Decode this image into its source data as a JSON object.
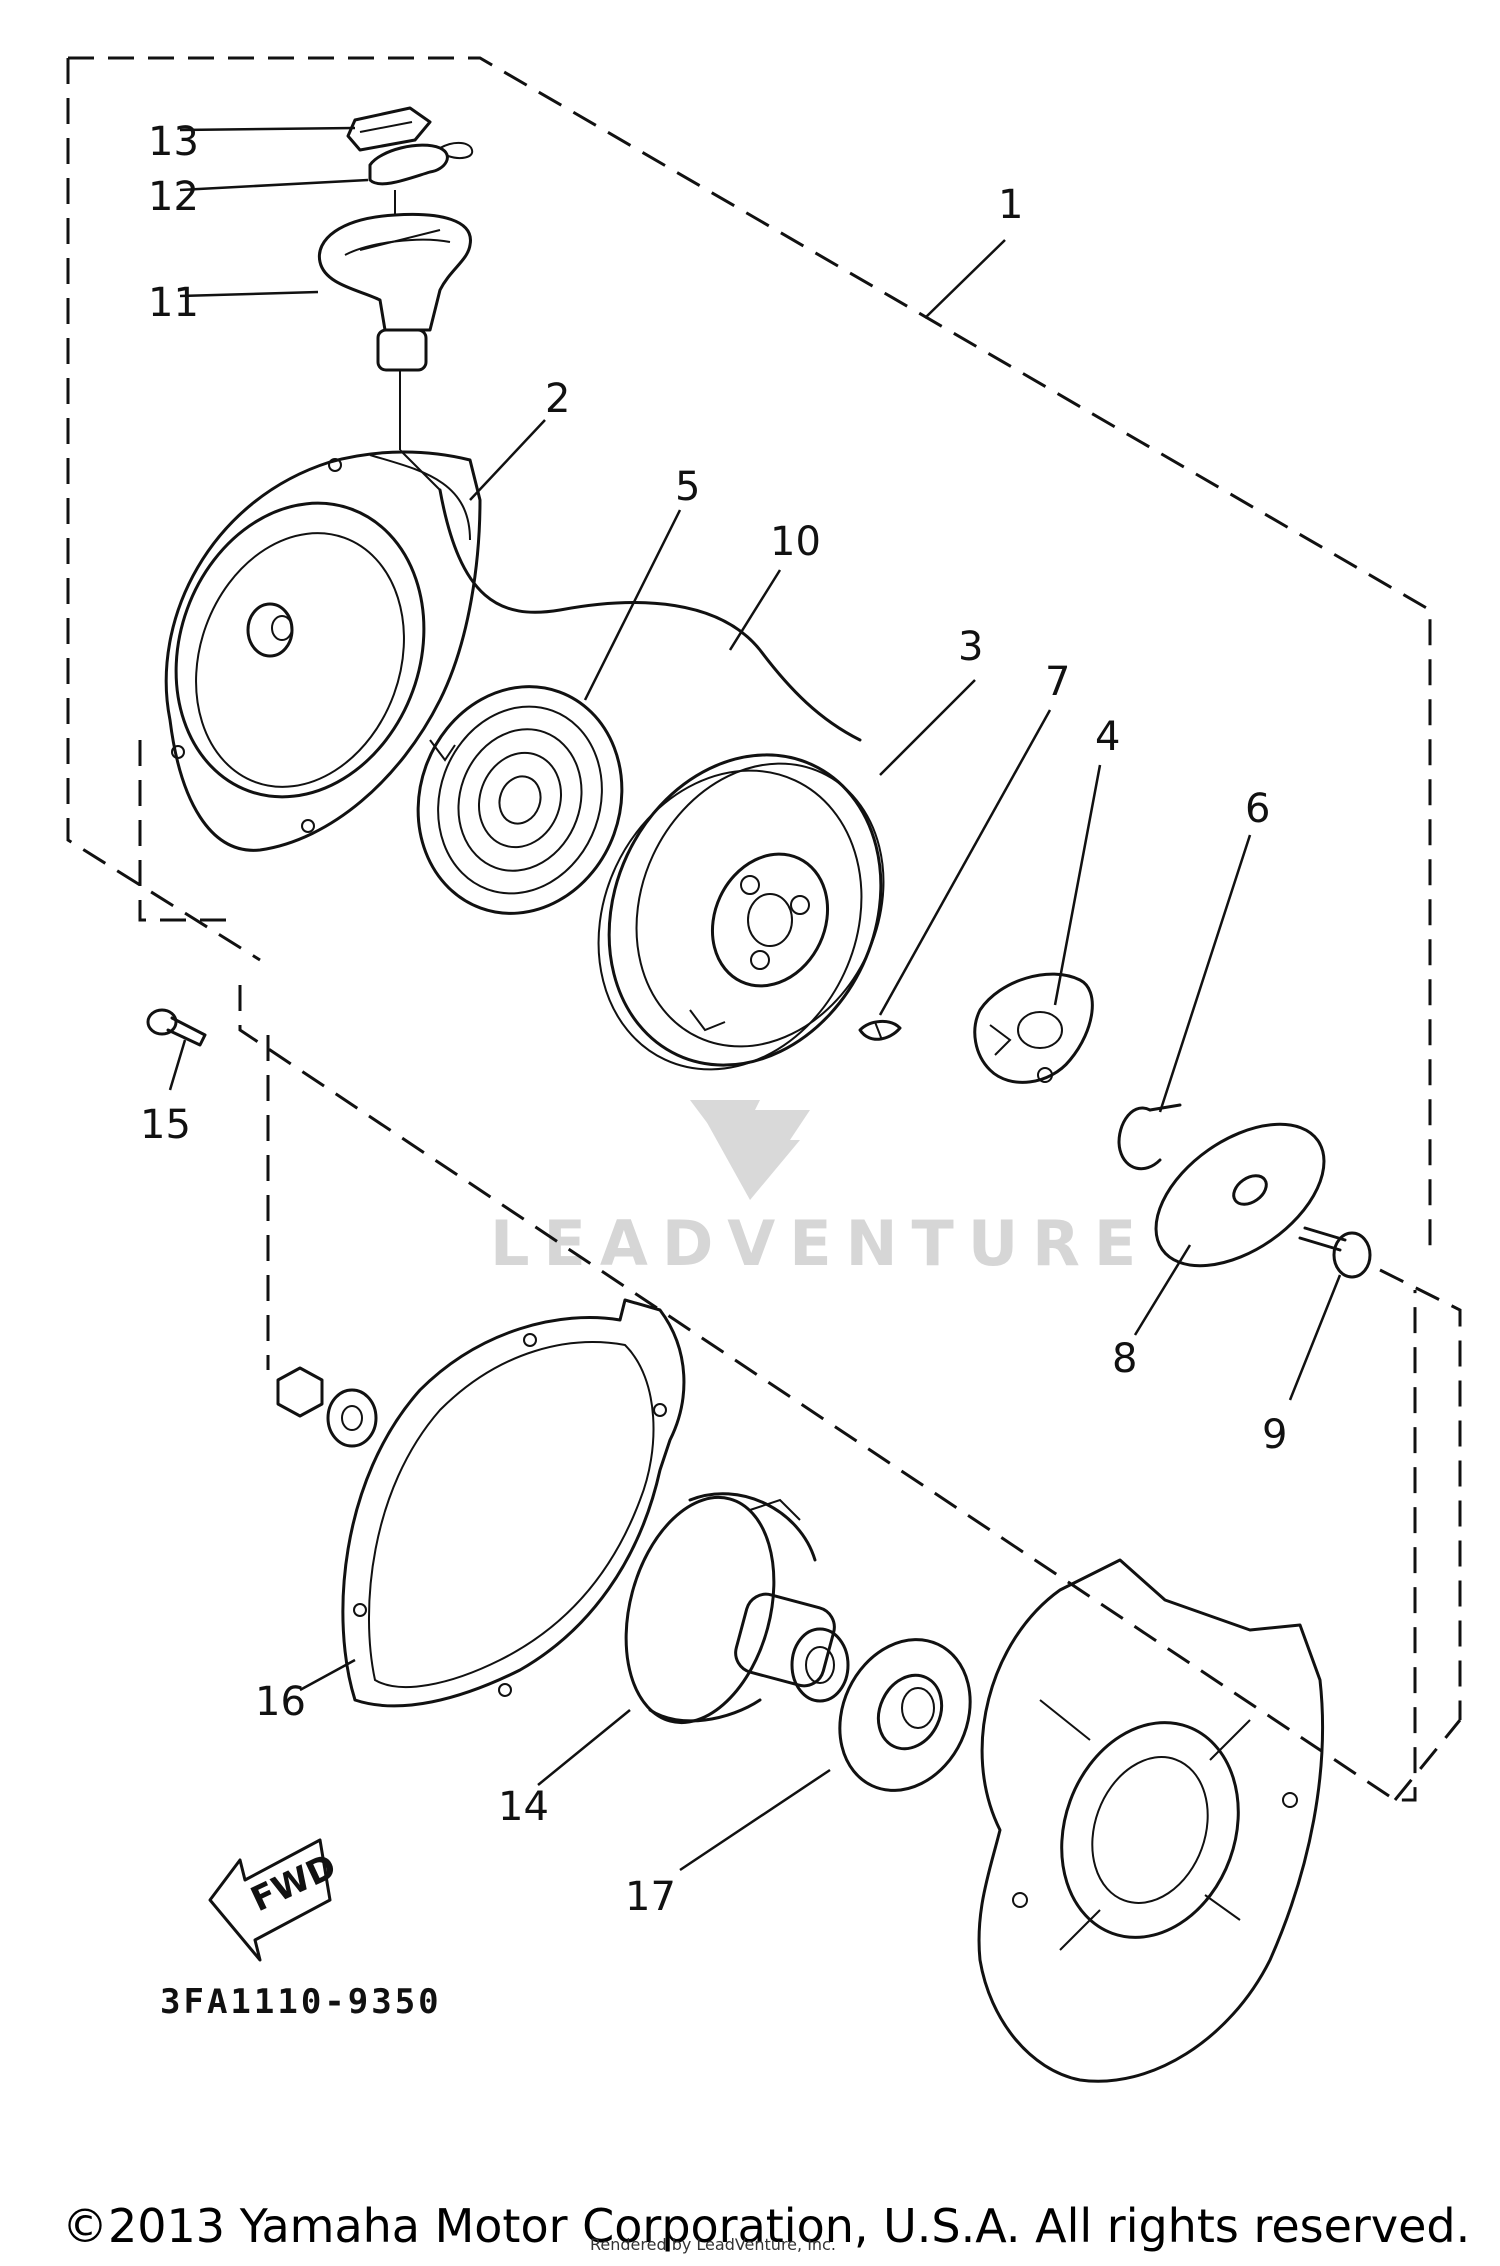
{
  "diagram": {
    "part_number": "3FA1110-9350",
    "direction_label": "FWD",
    "watermark": "LEADVENTURE",
    "copyright": "©2013 Yamaha Motor Corporation, U.S.A. All rights reserved.",
    "credit": "Rendered by LeadVenture, Inc.",
    "callouts": [
      {
        "id": "1",
        "label": "1"
      },
      {
        "id": "2",
        "label": "2"
      },
      {
        "id": "3",
        "label": "3"
      },
      {
        "id": "4",
        "label": "4"
      },
      {
        "id": "5",
        "label": "5"
      },
      {
        "id": "6",
        "label": "6"
      },
      {
        "id": "7",
        "label": "7"
      },
      {
        "id": "8",
        "label": "8"
      },
      {
        "id": "9",
        "label": "9"
      },
      {
        "id": "10",
        "label": "10"
      },
      {
        "id": "11",
        "label": "11"
      },
      {
        "id": "12",
        "label": "12"
      },
      {
        "id": "13",
        "label": "13"
      },
      {
        "id": "14",
        "label": "14"
      },
      {
        "id": "15",
        "label": "15"
      },
      {
        "id": "16",
        "label": "16"
      },
      {
        "id": "17",
        "label": "17"
      }
    ]
  }
}
